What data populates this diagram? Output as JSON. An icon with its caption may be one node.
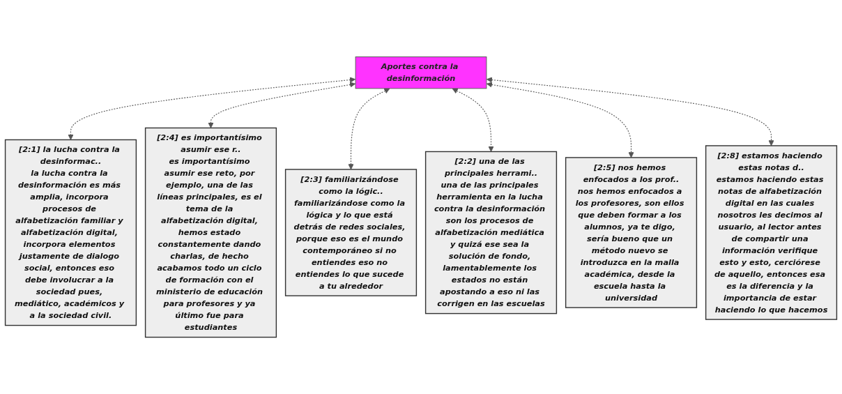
{
  "diagram": {
    "nodes": [
      {
        "text": [
          "Aportes contra la desinformación"
        ]
      },
      {
        "text": [
          "[2:1] la lucha contra la desinformac..",
          "la lucha contra la desinformación es más amplia, incorpora procesos de alfabetización familiar y alfabetización digital, incorpora elementos justamente de dialogo social, entonces eso debe involucrar a la sociedad pues, mediático, académicos y a la sociedad civil."
        ]
      },
      {
        "text": [
          "[2:4] es importantísimo asumir ese r..",
          "es importantísimo asumir ese reto, por ejemplo, una de las líneas principales, es el tema de la alfabetización digital, hemos estado constantemente dando charlas, de hecho acabamos todo un ciclo de formación con el ministerio de educación para profesores y ya último fue para estudiantes"
        ]
      },
      {
        "text": [
          "[2:3] familiarizándose como la lógic..",
          "familiarizándose como la lógica y lo que está detrás de redes sociales, porque eso es el mundo contemporáneo si no entiendes eso no entiendes lo que sucede a tu alrededor"
        ]
      },
      {
        "text": [
          "[2:2] una de las principales herrami..",
          "una de las principales herramienta en la lucha contra la desinformación son los procesos de alfabetización mediática y quizá ese sea la solución de fondo, lamentablemente los estados no están apostando a eso ni las corrigen en las escuelas"
        ]
      },
      {
        "text": [
          "[2:5] nos hemos enfocados a los prof..",
          "nos hemos enfocados a los profesores, son ellos que deben formar a los alumnos, ya te digo, sería bueno que un método nuevo se introduzca en la malla académica, desde la escuela hasta la universidad"
        ]
      },
      {
        "text": [
          "[2:8] estamos haciendo estas notas d..",
          "estamos haciendo estas notas de alfabetización digital en las cuales nosotros les decimos al usuario, al lector antes de compartir una información verifique esto y esto, cerciórese de aquello, entonces esa es la diferencia y la importancia de estar haciendo lo que hacemos"
        ]
      }
    ],
    "edges": [
      {
        "from": 0,
        "to": 1,
        "arrow": "both",
        "style": "dashed"
      },
      {
        "from": 0,
        "to": 2,
        "arrow": "both",
        "style": "dashed"
      },
      {
        "from": 0,
        "to": 3,
        "arrow": "both",
        "style": "dashed"
      },
      {
        "from": 0,
        "to": 4,
        "arrow": "both",
        "style": "dashed"
      },
      {
        "from": 0,
        "to": 5,
        "arrow": "both",
        "style": "dashed"
      },
      {
        "from": 0,
        "to": 6,
        "arrow": "both",
        "style": "dashed"
      }
    ]
  }
}
